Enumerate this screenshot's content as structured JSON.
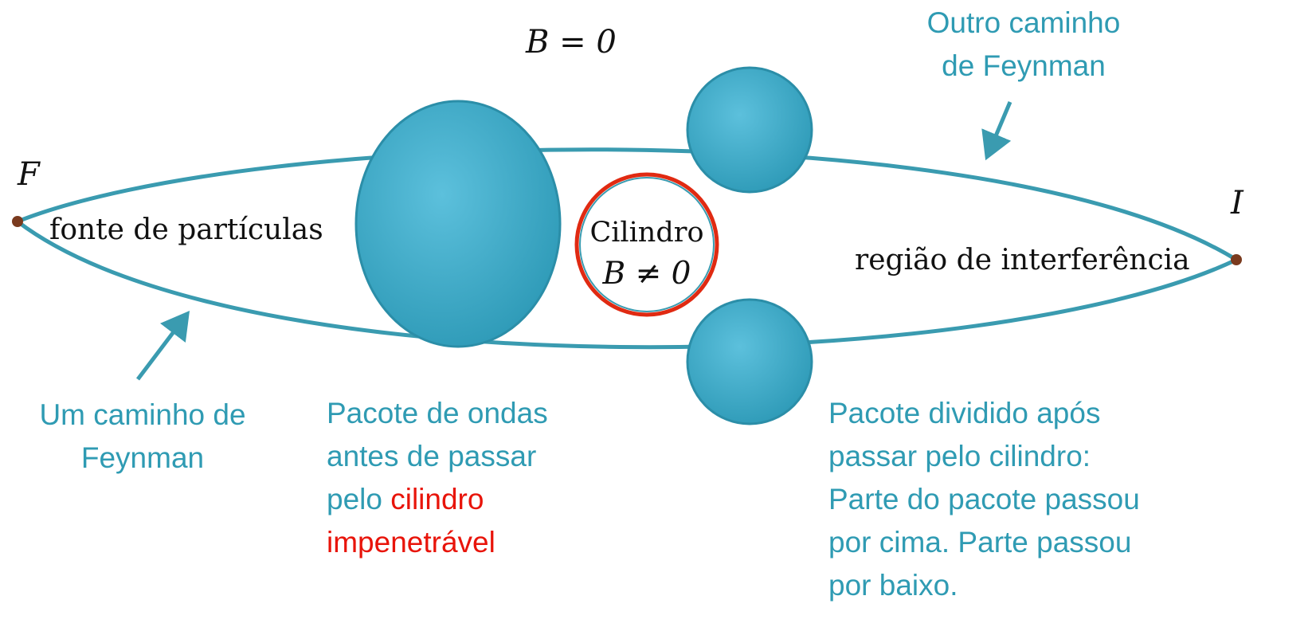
{
  "colors": {
    "path": "#3a9bb0",
    "packet": "#35a6c4",
    "packet_highlight": "#58bcd8",
    "label_teal": "#2f9bb3",
    "cylinder_border": "#e02a12",
    "point": "#7a3a1e",
    "red_text": "#e8140a"
  },
  "labels": {
    "b_zero": "B = 0",
    "point_f": "F",
    "point_i": "I",
    "source_text": "fonte de partículas",
    "interference_text": "região de interferência",
    "cylinder_name": "Cilindro",
    "cylinder_field": "B ≠ 0",
    "path_one": [
      "Um caminho de",
      "Feynman"
    ],
    "path_other": [
      "Outro caminho",
      "de Feynman"
    ],
    "packet_before": {
      "line1": "Pacote de ondas",
      "line2": "antes de passar",
      "line3_prefix": "pelo ",
      "line3_red": "cilindro",
      "line4_red": "impenetrável"
    },
    "packet_split": [
      "Pacote dividido após",
      "passar pelo cilindro:",
      "Parte do pacote passou",
      "por cima. Parte passou",
      "por baixo."
    ]
  }
}
